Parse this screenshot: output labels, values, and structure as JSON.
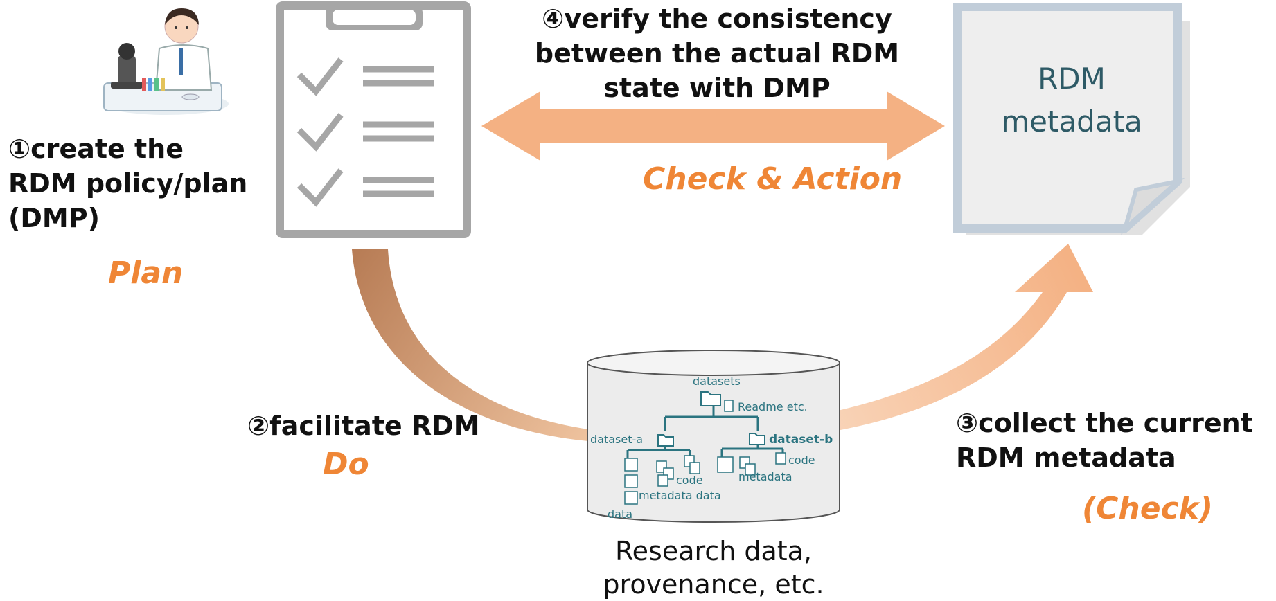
{
  "steps": {
    "plan": [
      "①create the",
      "RDM policy/plan",
      "(DMP)"
    ],
    "do": "②facilitate RDM",
    "check": [
      "③collect the current",
      "RDM metadata"
    ],
    "verify": [
      "④verify the consistency",
      "between the actual RDM",
      "state with DMP"
    ]
  },
  "phases": {
    "plan": "Plan",
    "do": "Do",
    "check": "(Check)",
    "check_action": "Check & Action"
  },
  "rdm_doc": {
    "line1": "RDM",
    "line2": "metadata"
  },
  "storage": {
    "caption_line1": "Research data,",
    "caption_line2": "provenance, etc.",
    "root": "datasets",
    "readme": "Readme etc.",
    "dataset_a": "dataset-a",
    "dataset_b": "dataset-b",
    "a_code": "code",
    "a_metadata_data": "metadata data",
    "a_data": "data",
    "b_code": "code",
    "b_metadata": "metadata"
  },
  "colors": {
    "accent_orange": "#ef8636",
    "arrow_peach": "#f4b183",
    "arrow_brown": "#b87d56",
    "teal": "#2b7480",
    "clipboard_gray": "#a6a6a6",
    "doc_border": "#b4c2d2"
  },
  "icons": [
    "scientist-illustration",
    "clipboard-checklist-icon",
    "document-icon",
    "database-cylinder-icon",
    "folder-icon",
    "file-icon"
  ]
}
